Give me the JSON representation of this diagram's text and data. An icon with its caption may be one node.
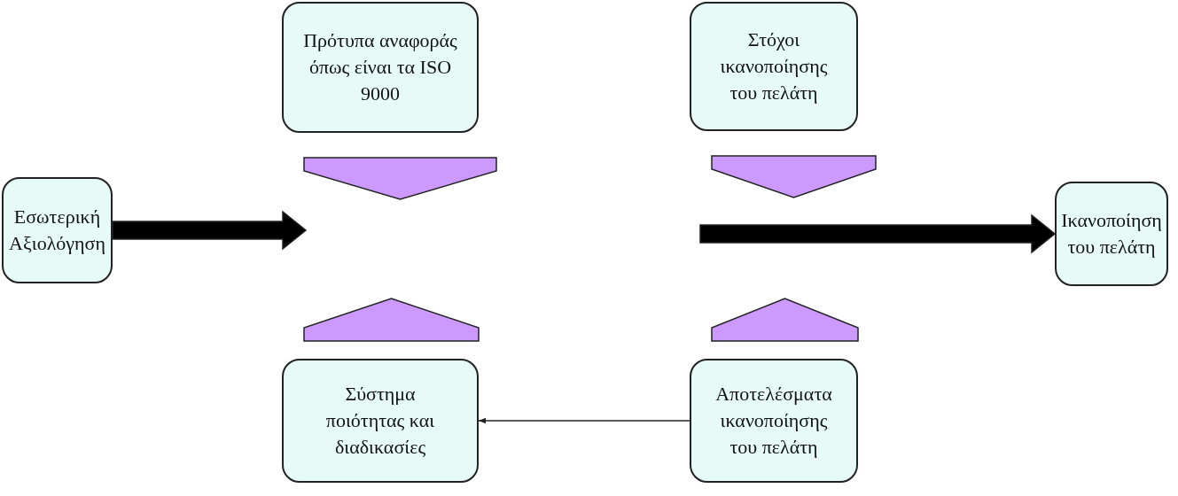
{
  "diagram": {
    "nodes": [
      {
        "text": [
          "Εσωτερική Αξιολόγηση"
        ]
      },
      {
        "text": [
          "Πρότυπα αναφοράς όπως είναι τα ISO 9000"
        ]
      },
      {
        "text": [
          "Στόχοι ικανοποίησης του πελάτη"
        ]
      },
      {
        "text": [
          "Ικανοποίηση του πελάτη"
        ]
      },
      {
        "text": [
          "Σύστημα ποιότητας και διαδικασίες"
        ]
      },
      {
        "text": [
          "Αποτελέσματα ικανοποίησης του πελάτη"
        ]
      }
    ],
    "edges": [
      {
        "from": 0,
        "to": null,
        "arrow": "to",
        "style": "thick",
        "color": "#000000"
      },
      {
        "from": null,
        "to": 3,
        "arrow": "to",
        "style": "thick",
        "color": "#000000"
      },
      {
        "from": 1,
        "to": null,
        "arrow": "to",
        "style": "thick",
        "color": "#cc99ff"
      },
      {
        "from": 2,
        "to": null,
        "arrow": "to",
        "style": "thick",
        "color": "#cc99ff"
      },
      {
        "from": 4,
        "to": null,
        "arrow": "to",
        "style": "thick",
        "color": "#cc99ff"
      },
      {
        "from": 5,
        "to": null,
        "arrow": "to",
        "style": "thick",
        "color": "#cc99ff"
      },
      {
        "from": 5,
        "to": 4,
        "arrow": "to"
      }
    ]
  }
}
